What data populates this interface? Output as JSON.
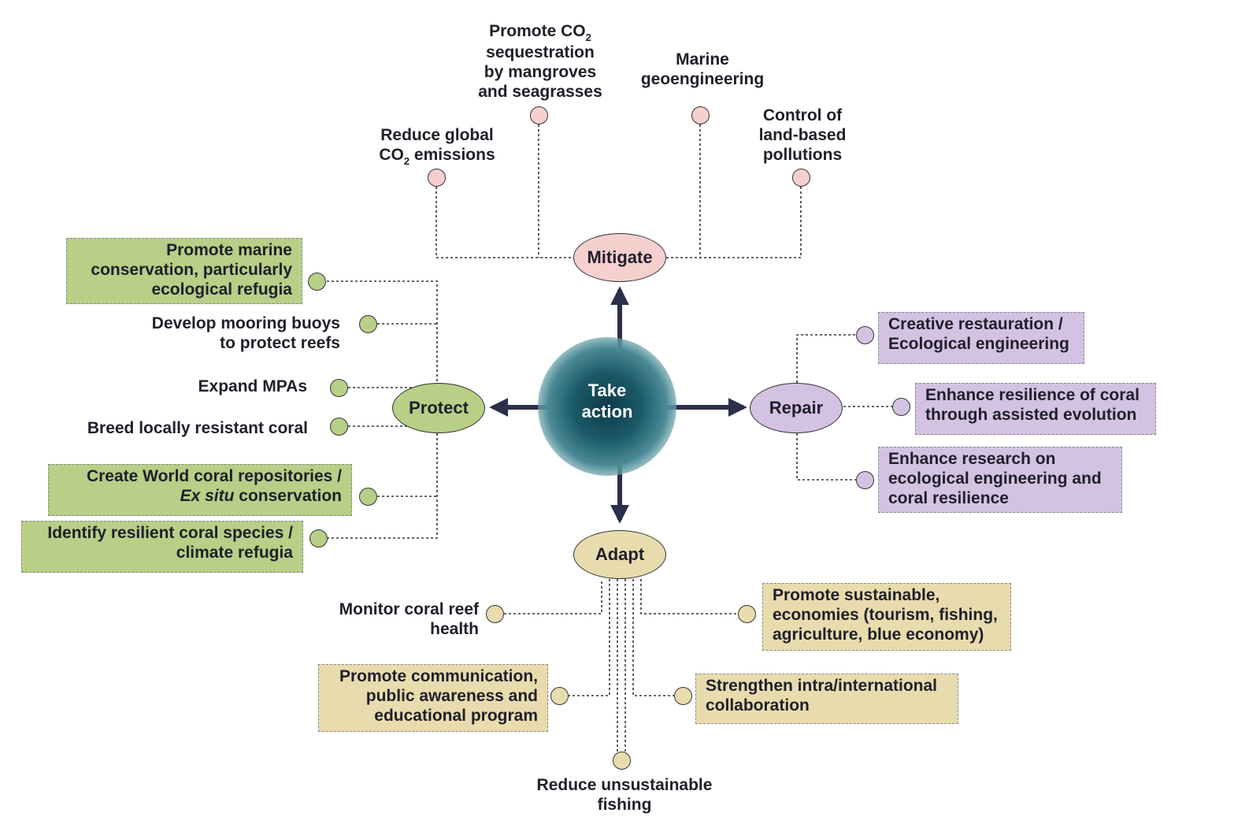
{
  "center": {
    "line1": "Take",
    "line2": "action"
  },
  "nodes": {
    "mitigate": "Mitigate",
    "protect": "Protect",
    "repair": "Repair",
    "adapt": "Adapt"
  },
  "mitigate": {
    "reduce_line1": "Reduce global",
    "reduce_co": "CO",
    "reduce_sub": "2",
    "reduce_rest": " emissions",
    "promote_co": "Promote CO",
    "promote_sub": "2",
    "promote_line2": "sequestration",
    "promote_line3": "by mangroves",
    "promote_line4": "and seagrasses",
    "geo_line1": "Marine",
    "geo_line2": "geoengineering",
    "control_line1": "Control of",
    "control_line2": "land-based",
    "control_line3": "pollutions"
  },
  "protect": {
    "marine_line1": "Promote marine",
    "marine_line2": "conservation, particularly",
    "marine_line3": "ecological refugia",
    "buoys_line1": "Develop mooring buoys",
    "buoys_line2": "to protect reefs",
    "mpas": "Expand MPAs",
    "breed": "Breed locally resistant coral",
    "repo_line1": "Create World coral repositories /",
    "repo_italic": "Ex situ",
    "repo_rest": " conservation",
    "identify_line1": "Identify resilient coral species /",
    "identify_line2": "climate refugia"
  },
  "repair": {
    "creative_line1": "Creative restauration /",
    "creative_line2": "Ecological engineering",
    "resilience_line1": "Enhance resilience of coral",
    "resilience_line2": "through assisted evolution",
    "research_line1": "Enhance research on",
    "research_line2": "ecological engineering and",
    "research_line3": "coral resilience"
  },
  "adapt": {
    "monitor_line1": "Monitor coral reef",
    "monitor_line2": "health",
    "sustain_line1": "Promote sustainable,",
    "sustain_line2": "economies (tourism, fishing,",
    "sustain_line3": "agriculture, blue economy)",
    "comm_line1": "Promote communication,",
    "comm_line2": "public awareness and",
    "comm_line3": "educational program",
    "collab_line1": "Strengthen intra/international",
    "collab_line2": "collaboration",
    "fishing_line1": "Reduce unsustainable",
    "fishing_line2": "fishing"
  },
  "colors": {
    "mitigate": "#f6d0cf",
    "protect": "#b7cf86",
    "repair": "#d4c2e2",
    "adapt": "#e8dcae",
    "arrow": "#2b2f4a"
  }
}
